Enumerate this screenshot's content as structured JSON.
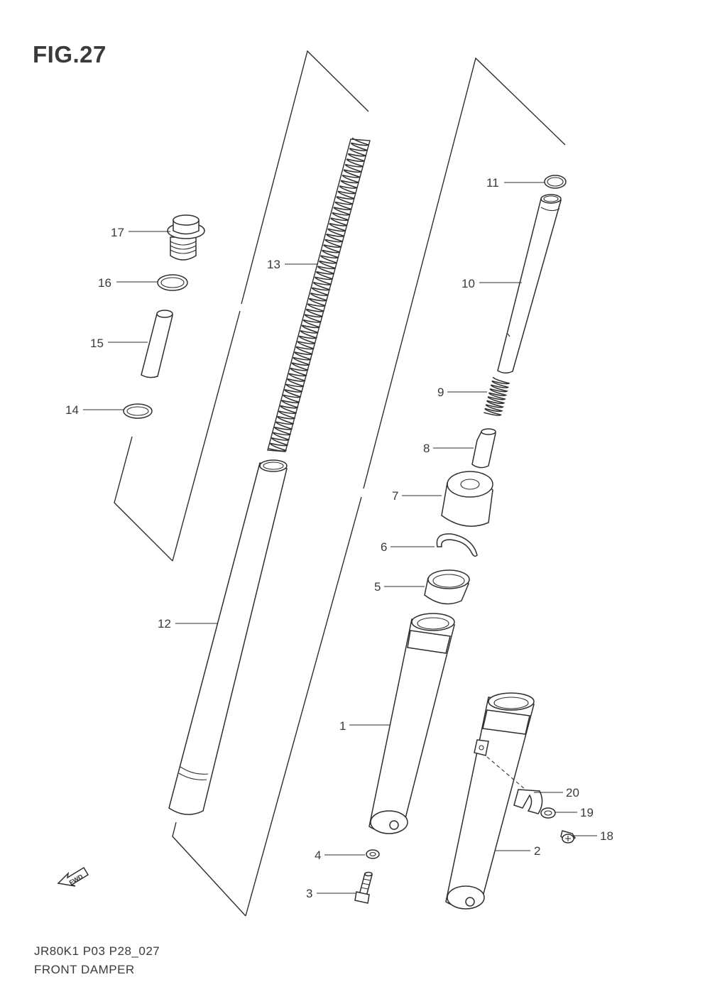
{
  "figure": {
    "title": "FIG.27",
    "code": "JR80K1 P03 P28_027",
    "name": "FRONT DAMPER",
    "fwd_label": "FWD"
  },
  "callouts": [
    {
      "id": "1",
      "label": "1"
    },
    {
      "id": "2",
      "label": "2"
    },
    {
      "id": "3",
      "label": "3"
    },
    {
      "id": "4",
      "label": "4"
    },
    {
      "id": "5",
      "label": "5"
    },
    {
      "id": "6",
      "label": "6"
    },
    {
      "id": "7",
      "label": "7"
    },
    {
      "id": "8",
      "label": "8"
    },
    {
      "id": "9",
      "label": "9"
    },
    {
      "id": "10",
      "label": "10"
    },
    {
      "id": "11",
      "label": "11"
    },
    {
      "id": "12",
      "label": "12"
    },
    {
      "id": "13",
      "label": "13"
    },
    {
      "id": "14",
      "label": "14"
    },
    {
      "id": "15",
      "label": "15"
    },
    {
      "id": "16",
      "label": "16"
    },
    {
      "id": "17",
      "label": "17"
    },
    {
      "id": "18",
      "label": "18"
    },
    {
      "id": "19",
      "label": "19"
    },
    {
      "id": "20",
      "label": "20"
    }
  ]
}
